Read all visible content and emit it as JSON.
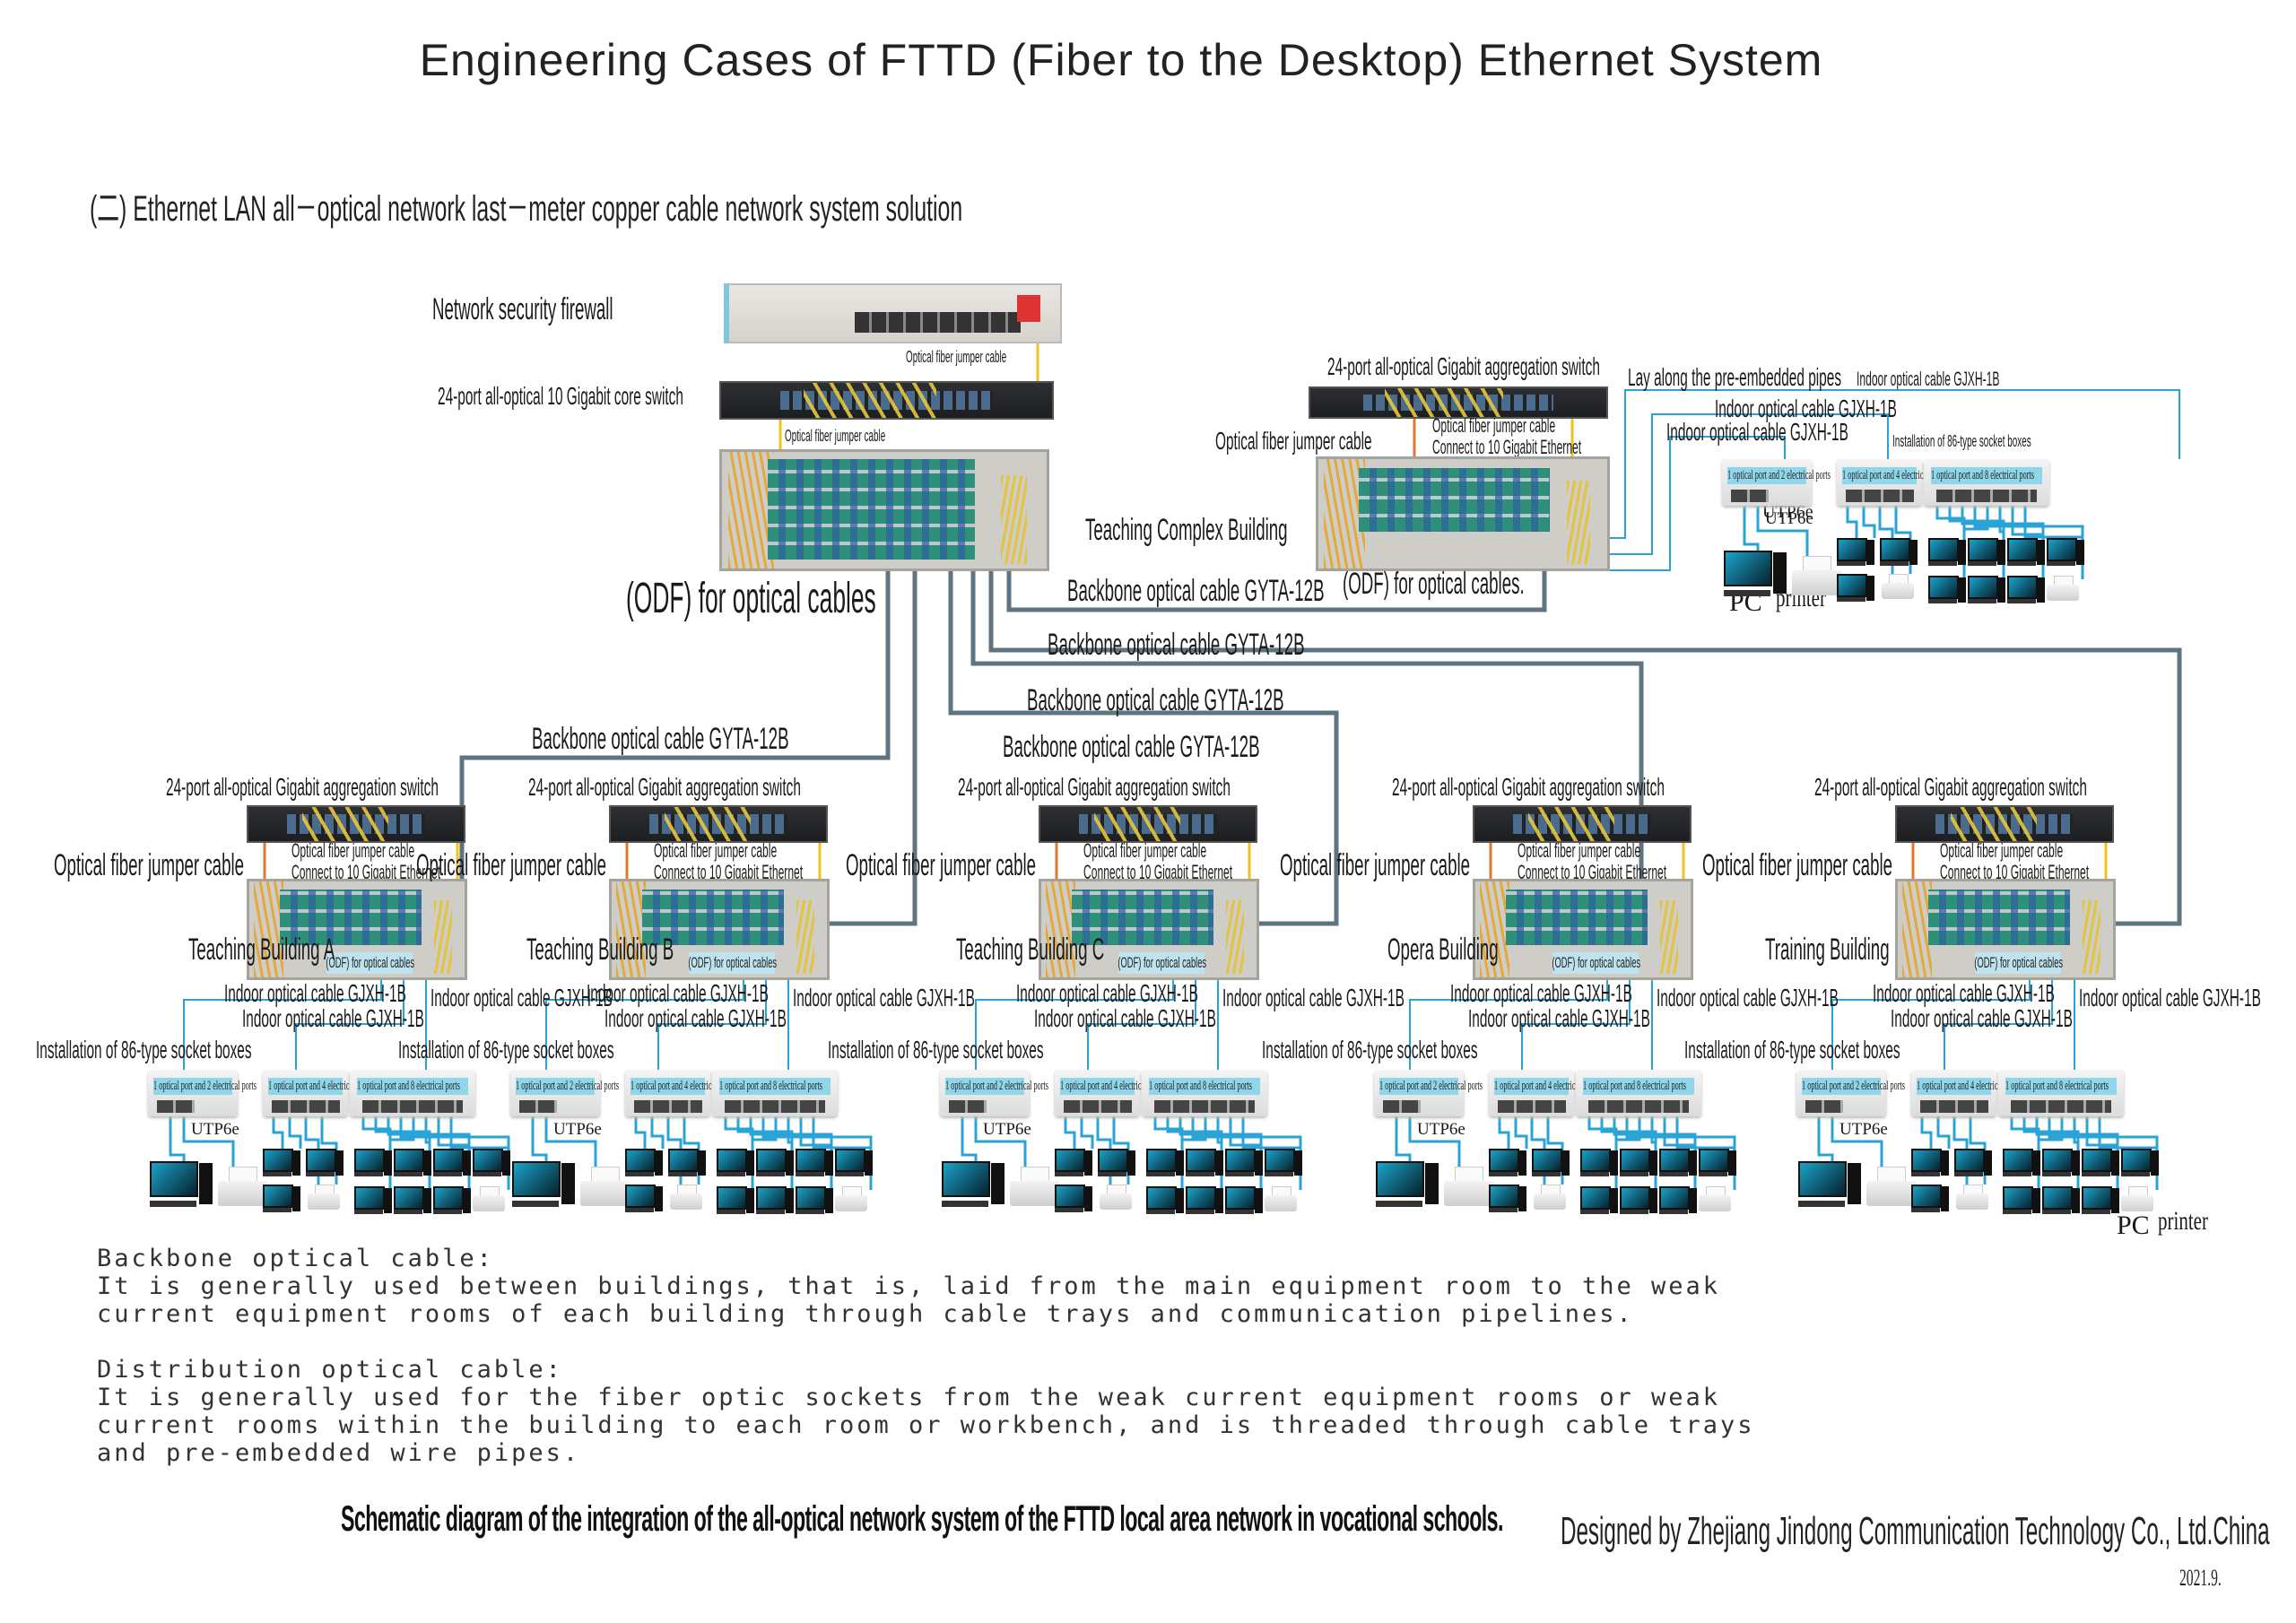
{
  "title": "Engineering Cases of FTTD (Fiber to the Desktop) Ethernet System",
  "subtitle": "(二) Ethernet LAN all－optical network last－meter copper cable network system solution",
  "colors": {
    "backbone_cable": "#5f7480",
    "indoor_cable": "#2aa3d6",
    "jumper_orange": "#e0782f",
    "jumper_yellow": "#f0c21c",
    "socket_label_bg": "#8fd6ea"
  },
  "core": {
    "firewall_label": "Network security firewall",
    "jumper_label_1": "Optical fiber jumper cable",
    "core_switch_label": "24-port all-optical 10 Gigabit core switch",
    "jumper_label_2": "Optical fiber jumper cable",
    "odf_label": "(ODF) for optical cables"
  },
  "teaching_complex": {
    "building_label": "Teaching Complex Building",
    "switch_label": "24-port all-optical Gigabit aggregation switch",
    "jumper_label": "Optical fiber jumper cable",
    "jumper_10g_label_1": "Optical fiber jumper cable",
    "jumper_10g_label_2": "Connect to 10 Gigabit Ethernet",
    "odf_label": "(ODF) for optical cables.",
    "pipes_label": "Lay along the pre-embedded pipes",
    "indoor_cable_labels": [
      "Indoor optical cable GJXH-1B",
      "Indoor optical cable GJXH-1B",
      "Indoor optical cable GJXH-1B"
    ],
    "socket_install_label": "Installation of 86-type socket boxes",
    "utp_label": "UTP6e",
    "pc_label": "PC",
    "printer_label": "printer"
  },
  "backbone_labels": [
    "Backbone optical cable GYTA-12B",
    "Backbone optical cable GYTA-12B",
    "Backbone optical cable GYTA-12B",
    "Backbone optical cable GYTA-12B",
    "Backbone optical cable GYTA-12B"
  ],
  "buildings": [
    {
      "name": "Teaching Building A"
    },
    {
      "name": "Teaching Building B"
    },
    {
      "name": "Teaching Building C"
    },
    {
      "name": "Opera Building"
    },
    {
      "name": "Training Building"
    }
  ],
  "building_common": {
    "switch_label": "24-port all-optical Gigabit aggregation switch",
    "jumper_label": "Optical fiber jumper cable",
    "jumper_10g_label_1": "Optical fiber jumper cable",
    "jumper_10g_label_2": "Connect to 10 Gigabit Ethernet",
    "odf_tag": "(ODF) for optical cables",
    "indoor_cable_label": "Indoor optical cable GJXH-1B",
    "socket_install_label": "Installation of 86-type socket boxes",
    "utp_label": "UTP6e"
  },
  "socket_boxes": [
    {
      "label": "1 optical port and 2 electrical ports",
      "ports": 2
    },
    {
      "label": "1 optical port and 4 electrical ports",
      "ports": 4
    },
    {
      "label": "1 optical port and 8 electrical ports",
      "ports": 8
    }
  ],
  "bottom_right": {
    "pc_label": "PC",
    "printer_label": "printer"
  },
  "notes": {
    "backbone_heading": "Backbone optical cable:",
    "backbone_text": "It is generally used between buildings, that is, laid from the main equipment room to the weak\ncurrent equipment rooms of each building through cable trays and communication pipelines.",
    "distribution_heading": "Distribution optical cable:",
    "distribution_text": "It is generally used for the fiber optic sockets from the weak current equipment rooms or weak\ncurrent rooms within the building to each room or workbench, and is threaded through cable trays\nand pre-embedded wire pipes."
  },
  "footer": {
    "caption": "Schematic diagram of the integration of the all-optical network system of the FTTD local area network in vocational schools.",
    "designer": "Designed by Zhejiang Jindong Communication Technology Co., Ltd.China",
    "date": "2021.9."
  }
}
